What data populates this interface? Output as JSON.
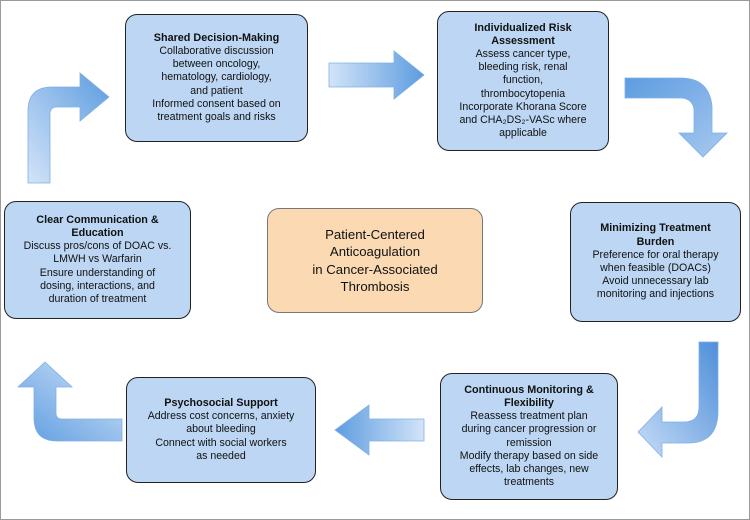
{
  "center": {
    "line1": "Patient-Centered Anticoagulation",
    "line2": "in Cancer-Associated Thrombosis"
  },
  "boxes": {
    "shared": {
      "title": "Shared Decision-Making",
      "lines": [
        "Collaborative discussion",
        "between oncology,",
        "hematology, cardiology,",
        "and patient",
        "Informed consent based on",
        "treatment goals and risks"
      ]
    },
    "risk": {
      "title_lines": [
        "Individualized Risk",
        "Assessment"
      ],
      "lines": [
        "Assess cancer type,",
        "bleeding risk, renal",
        "function,",
        "thrombocytopenia",
        "Incorporate Khorana Score",
        "and CHA₂DS₂-VASc where",
        "applicable"
      ]
    },
    "burden": {
      "title_lines": [
        "Minimizing Treatment",
        "Burden"
      ],
      "lines": [
        "Preference for oral therapy",
        "when feasible (DOACs)",
        "Avoid unnecessary lab",
        "monitoring and injections"
      ]
    },
    "monitoring": {
      "title_lines": [
        "Continuous Monitoring &",
        "Flexibility"
      ],
      "lines": [
        "Reassess treatment plan",
        "during cancer progression or",
        "remission",
        "Modify therapy based on side",
        "effects, lab changes, new",
        "treatments"
      ]
    },
    "psychosocial": {
      "title": "Psychosocial Support",
      "lines": [
        "Address cost concerns, anxiety",
        "about bleeding",
        "Connect with social workers",
        "as needed"
      ]
    },
    "communication": {
      "title_lines": [
        "Clear Communication &",
        "Education"
      ],
      "lines": [
        "Discuss pros/cons of DOAC vs.",
        "LMWH vs Warfarin",
        "Ensure understanding of",
        "dosing, interactions, and",
        "duration of treatment"
      ]
    }
  },
  "colors": {
    "box_fill": "#bcd6f3",
    "center_fill": "#fad9b3",
    "arrow_light": "#cfe1f7",
    "arrow_dark": "#5b9be0"
  }
}
